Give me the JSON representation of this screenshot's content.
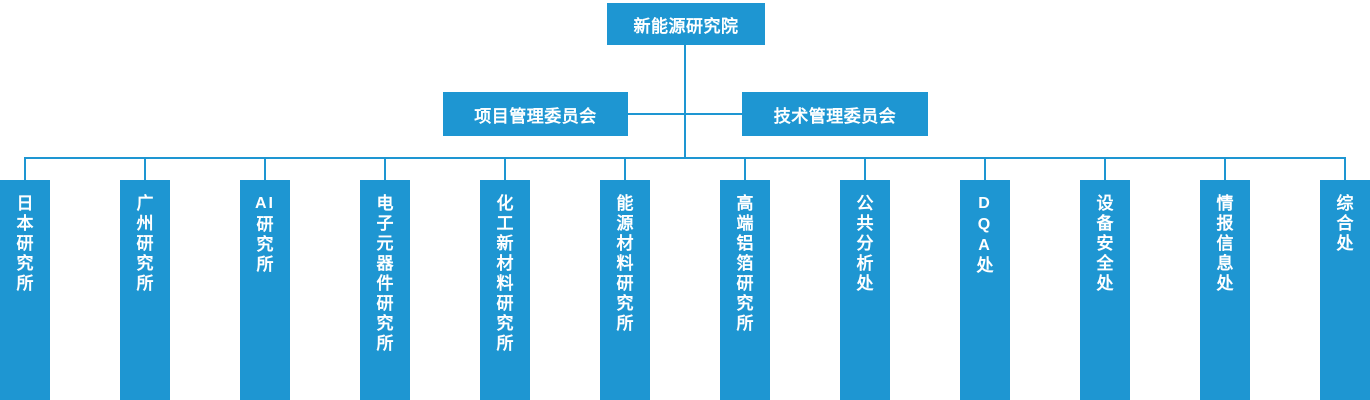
{
  "chart": {
    "title_text": "新能源研究院",
    "accent_color": "#1E96D2",
    "text_color": "#FFFFFF",
    "background_color": "#FFFFFF",
    "root": {
      "label": "新能源研究院"
    },
    "committees": [
      {
        "label": "项目管理委员会"
      },
      {
        "label": "技术管理委员会"
      }
    ],
    "departments": [
      {
        "label": "日本研究所",
        "lines": [
          "日",
          "本",
          "研",
          "究",
          "所"
        ]
      },
      {
        "label": "广州研究所",
        "lines": [
          "广",
          "州",
          "研",
          "究",
          "所"
        ]
      },
      {
        "label": "AI研究所",
        "lines": [
          "AI",
          "研",
          "究",
          "所"
        ],
        "latin_first": true
      },
      {
        "label": "电子元器件研究所",
        "lines": [
          "电",
          "子",
          "元",
          "器",
          "件",
          "研",
          "究",
          "所"
        ]
      },
      {
        "label": "化工新材料研究所",
        "lines": [
          "化",
          "工",
          "新",
          "材",
          "料",
          "研",
          "究",
          "所"
        ]
      },
      {
        "label": "能源材料研究所",
        "lines": [
          "能",
          "源",
          "材",
          "料",
          "研",
          "究",
          "所"
        ]
      },
      {
        "label": "高端铝箔研究所",
        "lines": [
          "高",
          "端",
          "铝",
          "箔",
          "研",
          "究",
          "所"
        ]
      },
      {
        "label": "公共分析处",
        "lines": [
          "公",
          "共",
          "分",
          "析",
          "处"
        ]
      },
      {
        "label": "DQA处",
        "lines": [
          "D",
          "Q",
          "A",
          "处"
        ]
      },
      {
        "label": "设备安全处",
        "lines": [
          "设",
          "备",
          "安",
          "全",
          "处"
        ]
      },
      {
        "label": "情报信息处",
        "lines": [
          "情",
          "报",
          "信",
          "息",
          "处"
        ]
      },
      {
        "label": "综合处",
        "lines": [
          "综",
          "合",
          "处"
        ]
      }
    ]
  }
}
